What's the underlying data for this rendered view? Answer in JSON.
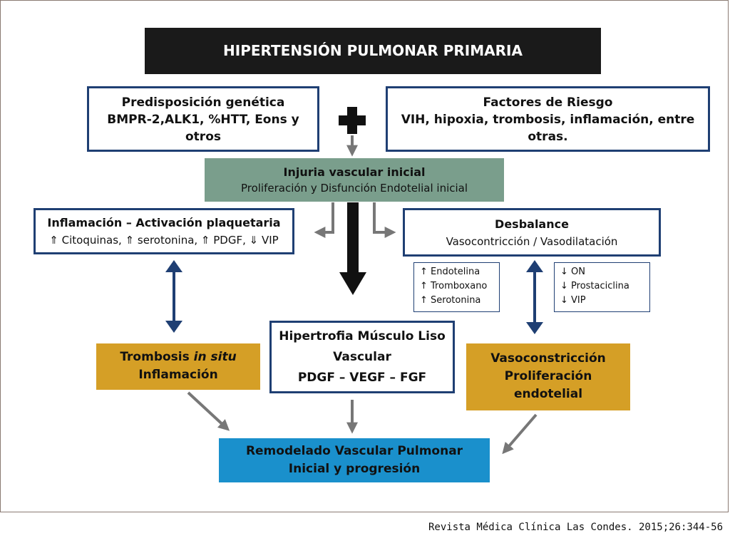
{
  "title": "HIPERTENSIÓN PULMONAR PRIMARIA",
  "genetic": {
    "heading": "Predisposición genética",
    "line1": "BMPR-2,ALK1, %HTT, Eons y",
    "line2": "otros"
  },
  "risk": {
    "heading": "Factores de Riesgo",
    "line1": "VIH, hipoxia, trombosis, inflamación, entre",
    "line2": "otras."
  },
  "injury": {
    "heading": "Injuria vascular inicial",
    "sub": "Proliferación y Disfunción Endotelial inicial"
  },
  "inflammation": {
    "heading": "Inflamación – Activación plaquetaria",
    "sub": "⇑ Citoquinas, ⇑ serotonina, ⇑ PDGF, ⇓ VIP"
  },
  "imbalance": {
    "heading": "Desbalance",
    "sub": "Vasocontricción / Vasodilatación"
  },
  "up_list": [
    "↑ Endotelina",
    "↑ Tromboxano",
    "↑ Serotonina"
  ],
  "down_list": [
    "↓ ON",
    "↓ Prostaciclina",
    "↓ VIP"
  ],
  "thrombosis": {
    "line1_a": "Trombosis ",
    "line1_b": "in situ",
    "line2": "Inflamación"
  },
  "hypertrophy": {
    "line1": "Hipertrofia Músculo Liso",
    "line2": "Vascular",
    "line3": "PDGF – VEGF – FGF"
  },
  "vasoconstriction": {
    "line1": "Vasoconstricción",
    "line2": "Proliferación",
    "line3": "endotelial"
  },
  "remodeling": {
    "line1": "Remodelado Vascular Pulmonar",
    "line2": "Inicial y progresión"
  },
  "citation": "Revista Médica Clínica Las Condes. 2015;26:344-56",
  "colors": {
    "title_bg": "#1a1a1a",
    "navy": "#1f3f73",
    "green": "#7a9e8c",
    "gold": "#d59f26",
    "blue": "#1a90cc",
    "grey_arrow": "#777777"
  }
}
